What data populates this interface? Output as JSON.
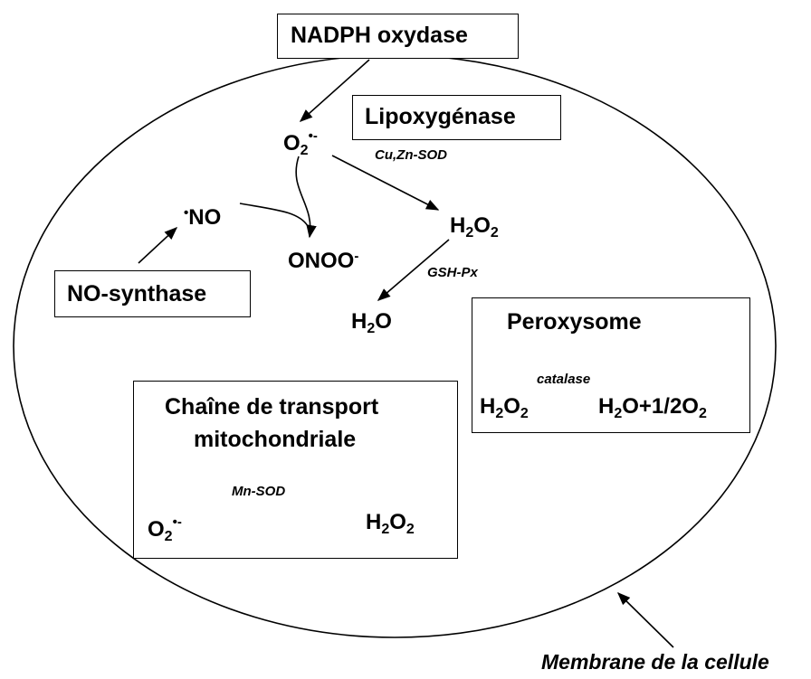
{
  "boxes": {
    "nadph": "NADPH oxydase",
    "lipox": "Lipoxygénase",
    "nos": "NO-synthase",
    "perox": "Peroxysome",
    "mito_line1": "Chaîne de transport",
    "mito_line2": "mitochondriale"
  },
  "species": {
    "o2": "O",
    "two": "2",
    "superoxide_charge": "•-",
    "no_radical_dot": "•",
    "no": "NO",
    "onoo": "ONOO",
    "minus": "-",
    "h": "H",
    "o": "O",
    "h2o_o": "O",
    "catalase_product": "O+1/2O"
  },
  "enzymes": {
    "cuzn_sod": "Cu,Zn-SOD",
    "gsh_px": "GSH-Px",
    "catalase": "catalase",
    "mn_sod": "Mn-SOD"
  },
  "membrane_label": "Membrane de la cellule"
}
